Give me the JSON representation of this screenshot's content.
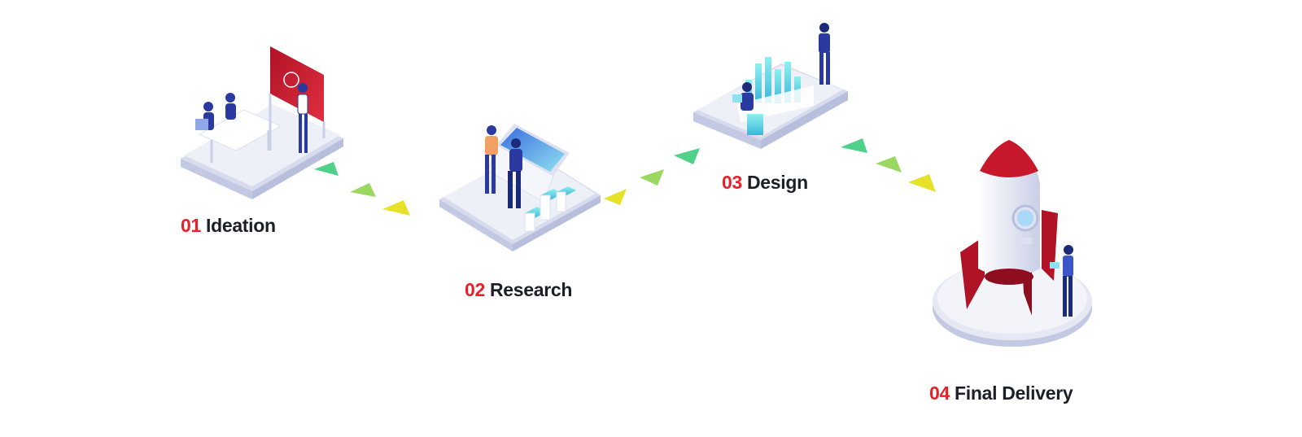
{
  "steps": [
    {
      "number": "01",
      "title": "Ideation"
    },
    {
      "number": "02",
      "title": "Research"
    },
    {
      "number": "03",
      "title": "Design"
    },
    {
      "number": "04",
      "title": "Final Delivery"
    }
  ],
  "colors": {
    "accent_red": "#e8202a",
    "text_dark": "#1e1e28",
    "arrow_green": "#4fd18a",
    "arrow_yellow": "#e6e22a",
    "platform": "#e6e9f4",
    "figure_blue": "#2a3aa0"
  }
}
